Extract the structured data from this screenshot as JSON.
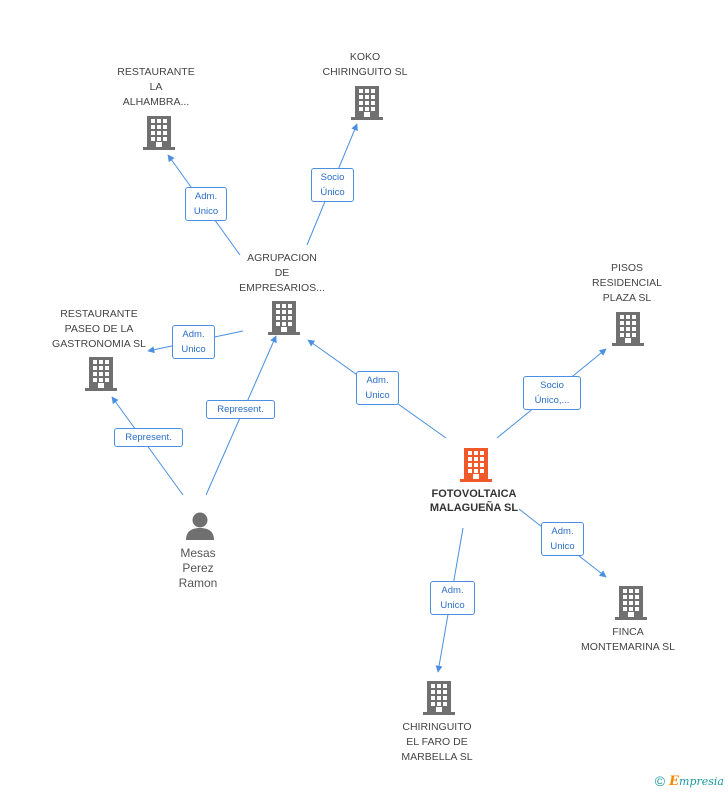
{
  "colors": {
    "edge": "#4a8fe0",
    "company_icon": "#707070",
    "main_icon": "#f0592a",
    "person_icon": "#707070"
  },
  "nodes": {
    "fotovoltaica": {
      "label": "FOTOVOLTAICA\nMALAGUEÑA SL",
      "icon": "building-icon",
      "main": true
    },
    "agrupacion": {
      "label": "AGRUPACION\nDE\nEMPRESARIOS...",
      "icon": "building-icon"
    },
    "alhambra": {
      "label": "RESTAURANTE\nLA\nALHAMBRA...",
      "icon": "building-icon"
    },
    "koko": {
      "label": "KOKO\nCHIRINGUITO SL",
      "icon": "building-icon"
    },
    "paseo": {
      "label": "RESTAURANTE\nPASEO DE LA\nGASTRONOMIA SL",
      "icon": "building-icon"
    },
    "pisos": {
      "label": "PISOS\nRESIDENCIAL\nPLAZA SL",
      "icon": "building-icon"
    },
    "finca": {
      "label": "FINCA\nMONTEMARINA SL",
      "icon": "building-icon"
    },
    "faro": {
      "label": "CHIRINGUITO\nEL FARO DE\nMARBELLA SL",
      "icon": "building-icon"
    },
    "mesas": {
      "label": "Mesas\nPerez\nRamon",
      "icon": "person-icon"
    }
  },
  "edges": {
    "agr_alh": {
      "label": "Adm.\nUnico"
    },
    "agr_koko": {
      "label": "Socio\nÚnico"
    },
    "agr_paseo": {
      "label": "Adm.\nUnico"
    },
    "mesas_paseo": {
      "label": "Represent."
    },
    "mesas_agr": {
      "label": "Represent."
    },
    "foto_agr": {
      "label": "Adm.\nUnico"
    },
    "foto_pisos": {
      "label": "Socio\nÚnico,..."
    },
    "foto_finca": {
      "label": "Adm.\nUnico"
    },
    "foto_faro": {
      "label": "Adm.\nUnico"
    }
  },
  "footer": {
    "copyright": "©",
    "brand_initial": "E",
    "brand_rest": "mpresia"
  }
}
